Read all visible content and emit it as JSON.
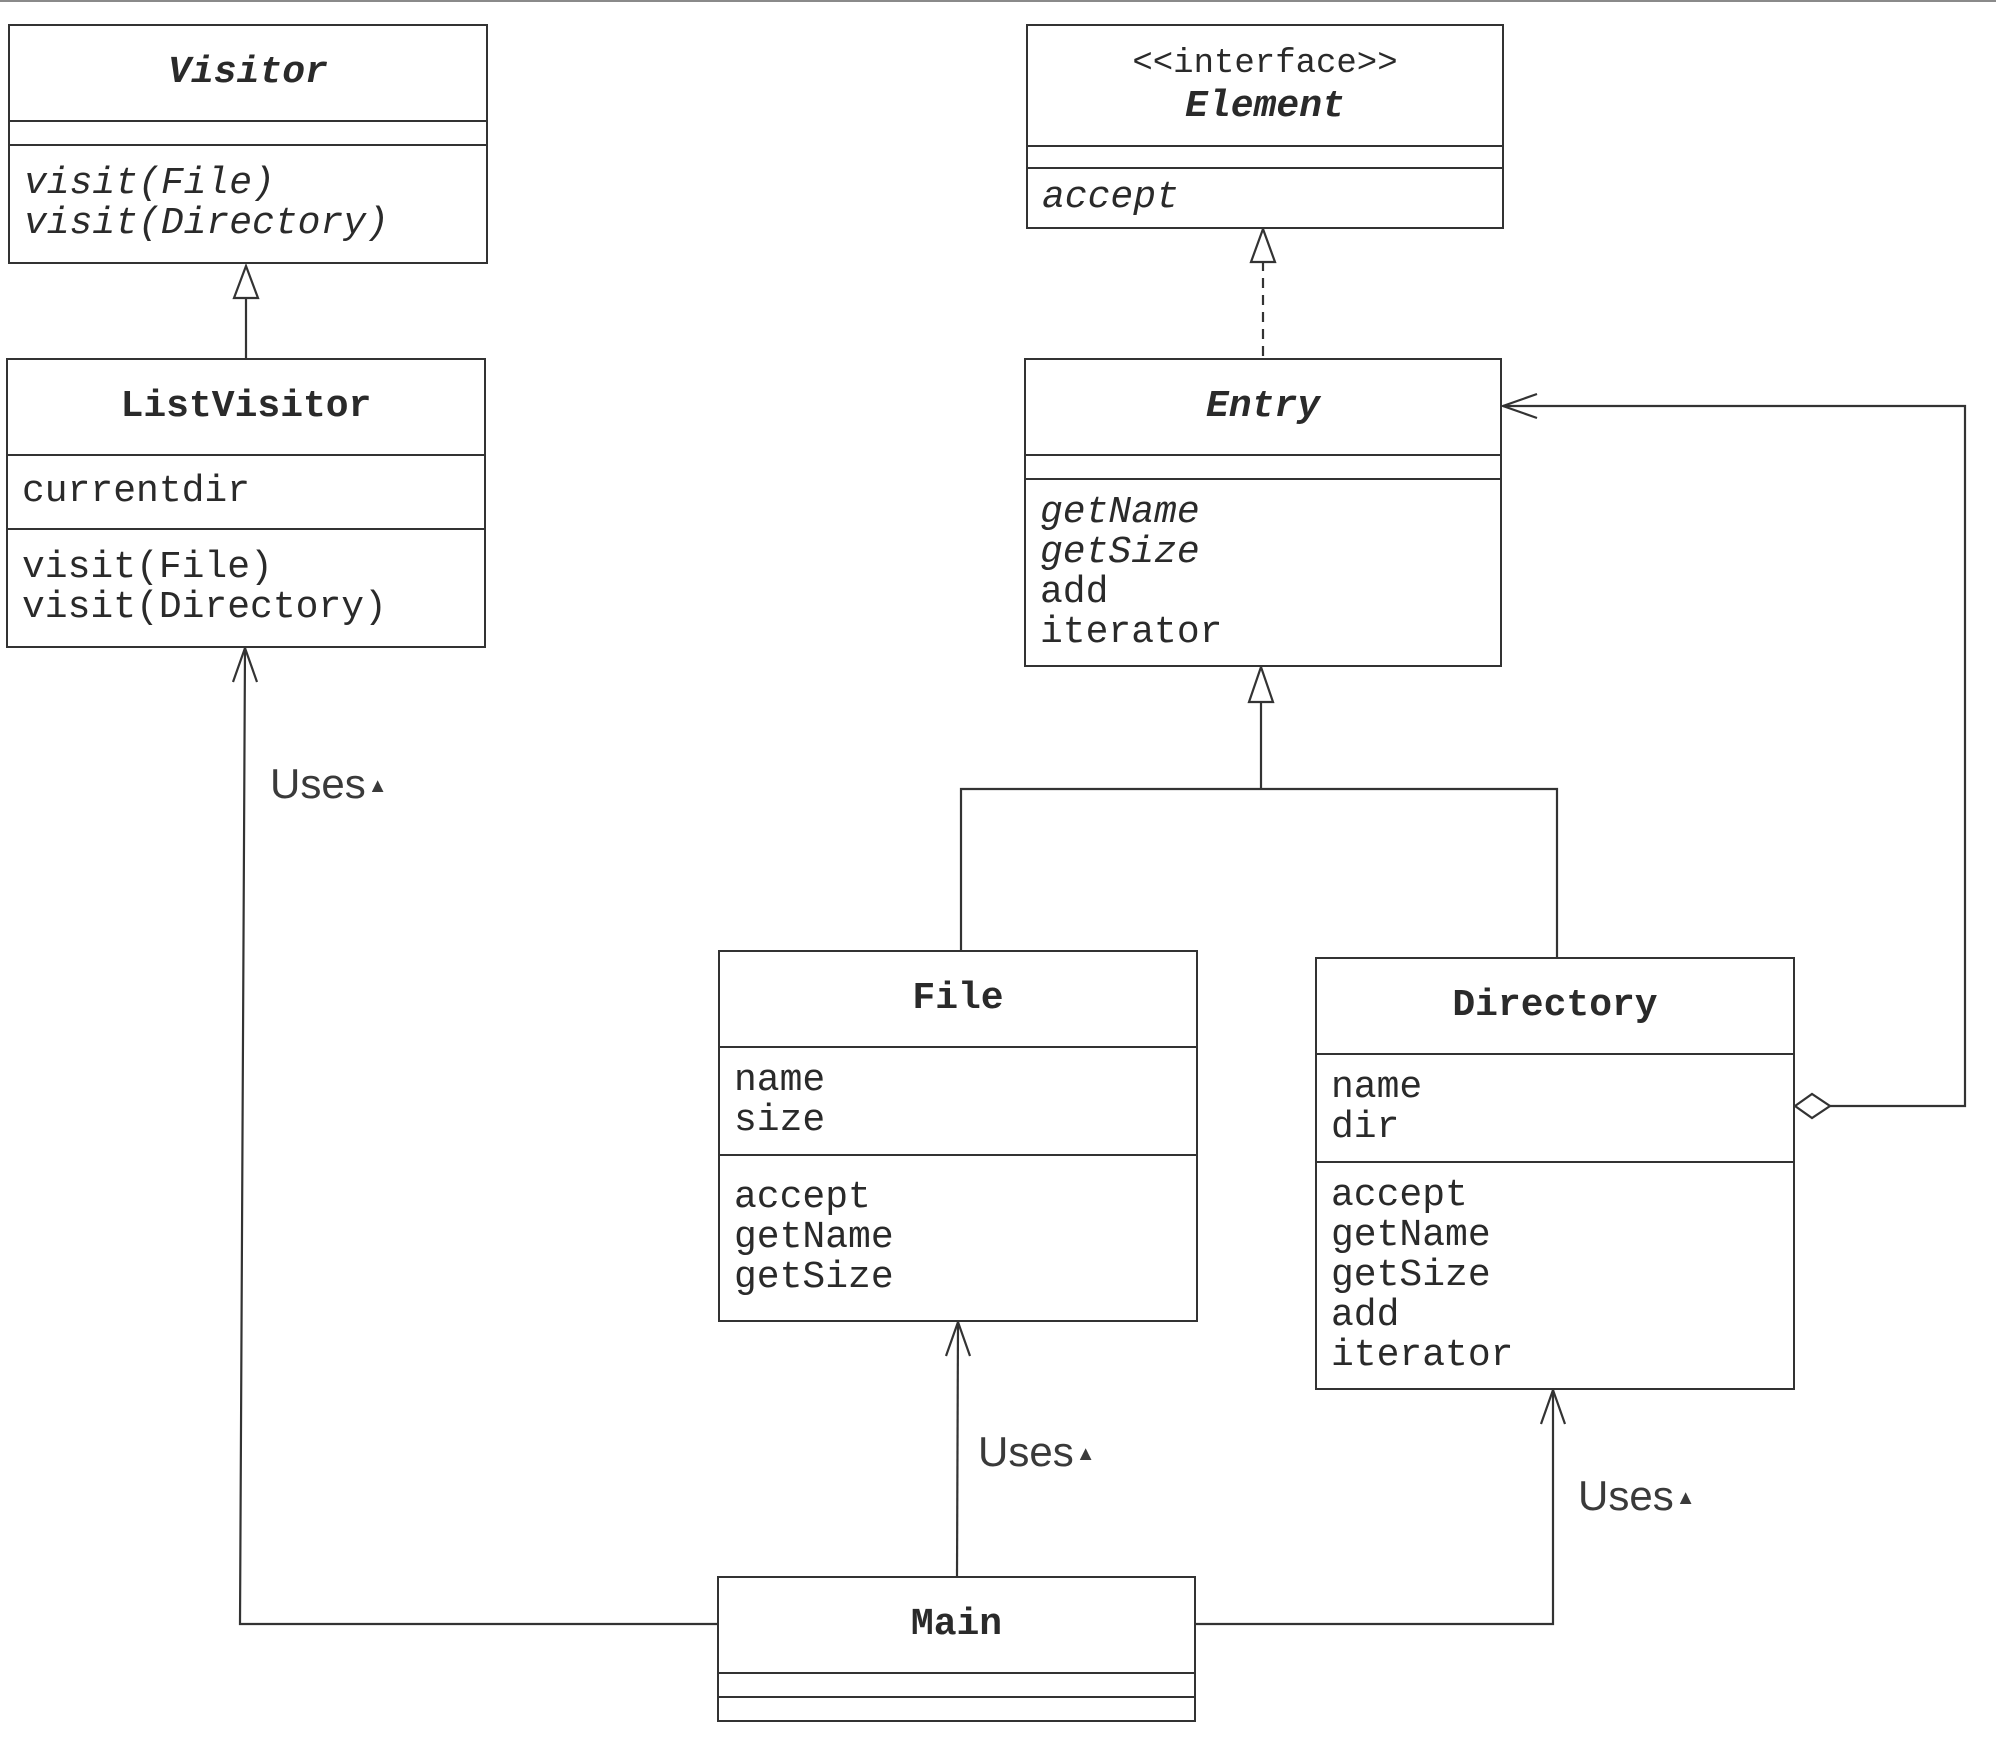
{
  "classes": {
    "visitor": {
      "name": "Visitor",
      "methods": [
        "visit(File)",
        "visit(Directory)"
      ]
    },
    "element": {
      "stereotype": "<<interface>>",
      "name": "Element",
      "methods": [
        "accept"
      ]
    },
    "list_visitor": {
      "name": "ListVisitor",
      "fields": [
        "currentdir"
      ],
      "methods": [
        "visit(File)",
        "visit(Directory)"
      ]
    },
    "entry": {
      "name": "Entry",
      "methods": [
        "getName",
        "getSize",
        "add",
        "iterator"
      ]
    },
    "file": {
      "name": "File",
      "fields": [
        "name",
        "size"
      ],
      "methods": [
        "accept",
        "getName",
        "getSize"
      ]
    },
    "directory": {
      "name": "Directory",
      "fields": [
        "name",
        "dir"
      ],
      "methods": [
        "accept",
        "getName",
        "getSize",
        "add",
        "iterator"
      ]
    },
    "main": {
      "name": "Main"
    }
  },
  "relationships": {
    "main_uses_list_visitor": {
      "label": "Uses",
      "marker": "▲"
    },
    "main_uses_file": {
      "label": "Uses",
      "marker": "▲"
    },
    "main_uses_directory": {
      "label": "Uses",
      "marker": "▲"
    }
  },
  "colors": {
    "line": "#333333",
    "text": "#2a2a2a"
  }
}
